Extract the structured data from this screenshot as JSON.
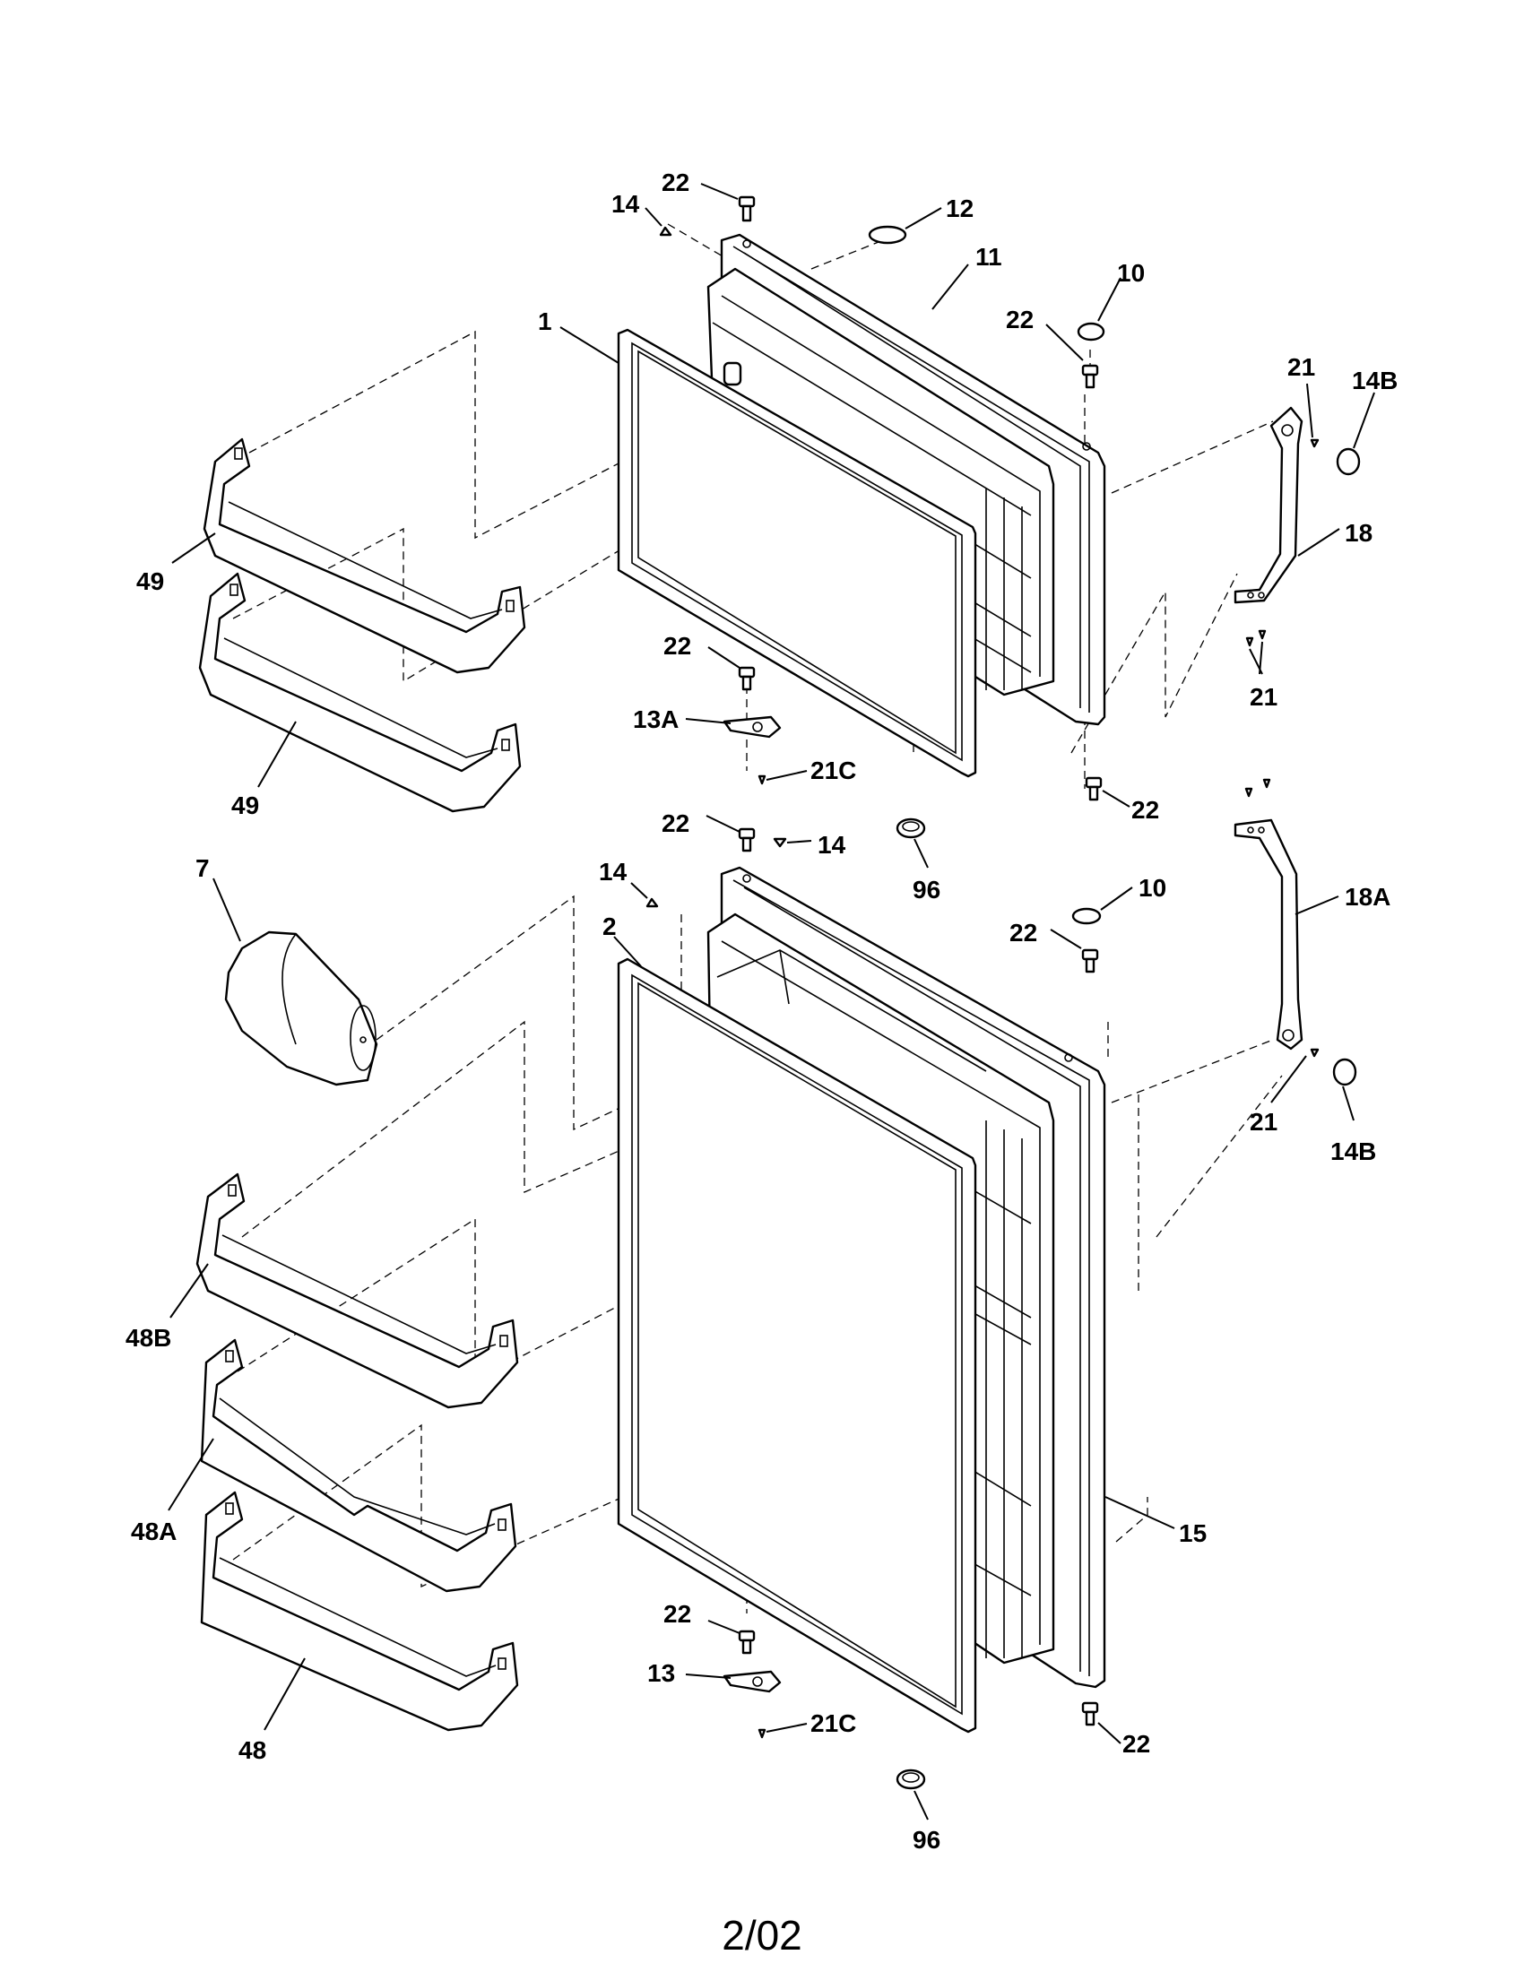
{
  "footer": "2/02",
  "labels": {
    "upper_screw_top": "22",
    "upper_bushing_14": "14",
    "upper_plug_12": "12",
    "upper_door_11": "11",
    "upper_cap_10": "10",
    "upper_screw_right": "22",
    "upper_gasket_1": "1",
    "upper_bar_top": "49",
    "upper_bar_bottom": "49",
    "upper_hinge_screw": "22",
    "upper_hinge_13a": "13A",
    "upper_screw_21c": "21C",
    "upper_plug_96": "96",
    "upper_screw_lower_right": "22",
    "handle_screw_21_top": "21",
    "handle_plug_14b_top": "14B",
    "handle_18": "18",
    "handle_screws_21_mid": "21",
    "handle_18a": "18A",
    "handle_screw_21_bottom": "21",
    "handle_plug_14b_bottom": "14B",
    "lower_screw_top": "22",
    "lower_bushing_14_right": "14",
    "lower_bushing_14_left": "14",
    "lower_cap_10": "10",
    "lower_screw_right": "22",
    "dairy_door_7": "7",
    "lower_gasket_2": "2",
    "shelf_48b": "48B",
    "shelf_48a": "48A",
    "shelf_48": "48",
    "lower_door_15": "15",
    "lower_hinge_screw": "22",
    "lower_hinge_13": "13",
    "lower_screw_21c": "21C",
    "lower_plug_96": "96",
    "lower_screw_bottom_right": "22"
  }
}
